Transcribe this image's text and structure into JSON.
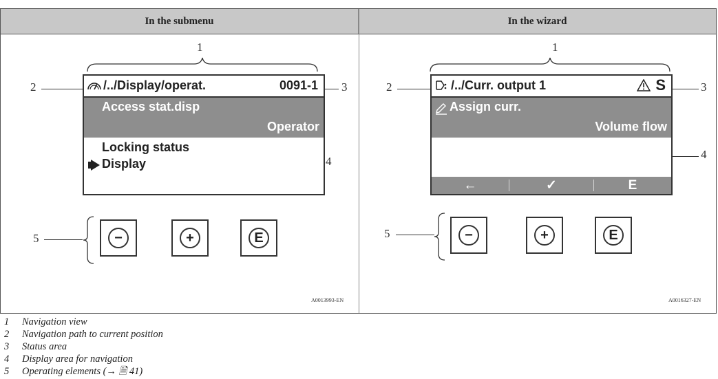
{
  "columns": [
    {
      "heading": "In the submenu"
    },
    {
      "heading": "In the wizard"
    }
  ],
  "submenu": {
    "callouts": {
      "c1": "1",
      "c2": "2",
      "c3": "3",
      "c4": "4",
      "c5": "5"
    },
    "display": {
      "path": "/../Display/operat.",
      "status": "0091-1",
      "path_icon": "operation-key-icon",
      "highlight_line1": "Access stat.disp",
      "highlight_line2": "Operator",
      "line3": "Locking status",
      "line4": "Display",
      "selection_marker_icon": "selection-arrow-icon"
    },
    "keys": {
      "minus": "−",
      "plus": "+",
      "enter": "E"
    },
    "figure_code": "A0013993-EN"
  },
  "wizard": {
    "callouts": {
      "c1": "1",
      "c2": "2",
      "c3": "3",
      "c4": "4",
      "c5": "5"
    },
    "display": {
      "path": "/../Curr. output 1",
      "path_icon": "wizard-icon",
      "status_warning_icon": "warning-triangle-icon",
      "status": "S",
      "edit_icon": "edit-pencil-icon",
      "highlight_line1": "Assign curr.",
      "highlight_line2": "Volume flow",
      "buttons": [
        "←",
        "✓",
        "E"
      ]
    },
    "keys": {
      "minus": "−",
      "plus": "+",
      "enter": "E"
    },
    "figure_code": "A0016327-EN"
  },
  "legend": [
    {
      "num": "1",
      "text": "Navigation view"
    },
    {
      "num": "2",
      "text": "Navigation path to current position"
    },
    {
      "num": "3",
      "text": "Status area"
    },
    {
      "num": "4",
      "text": "Display area for navigation"
    },
    {
      "num": "5",
      "text": "Operating elements (→ 🗎 41)"
    }
  ]
}
